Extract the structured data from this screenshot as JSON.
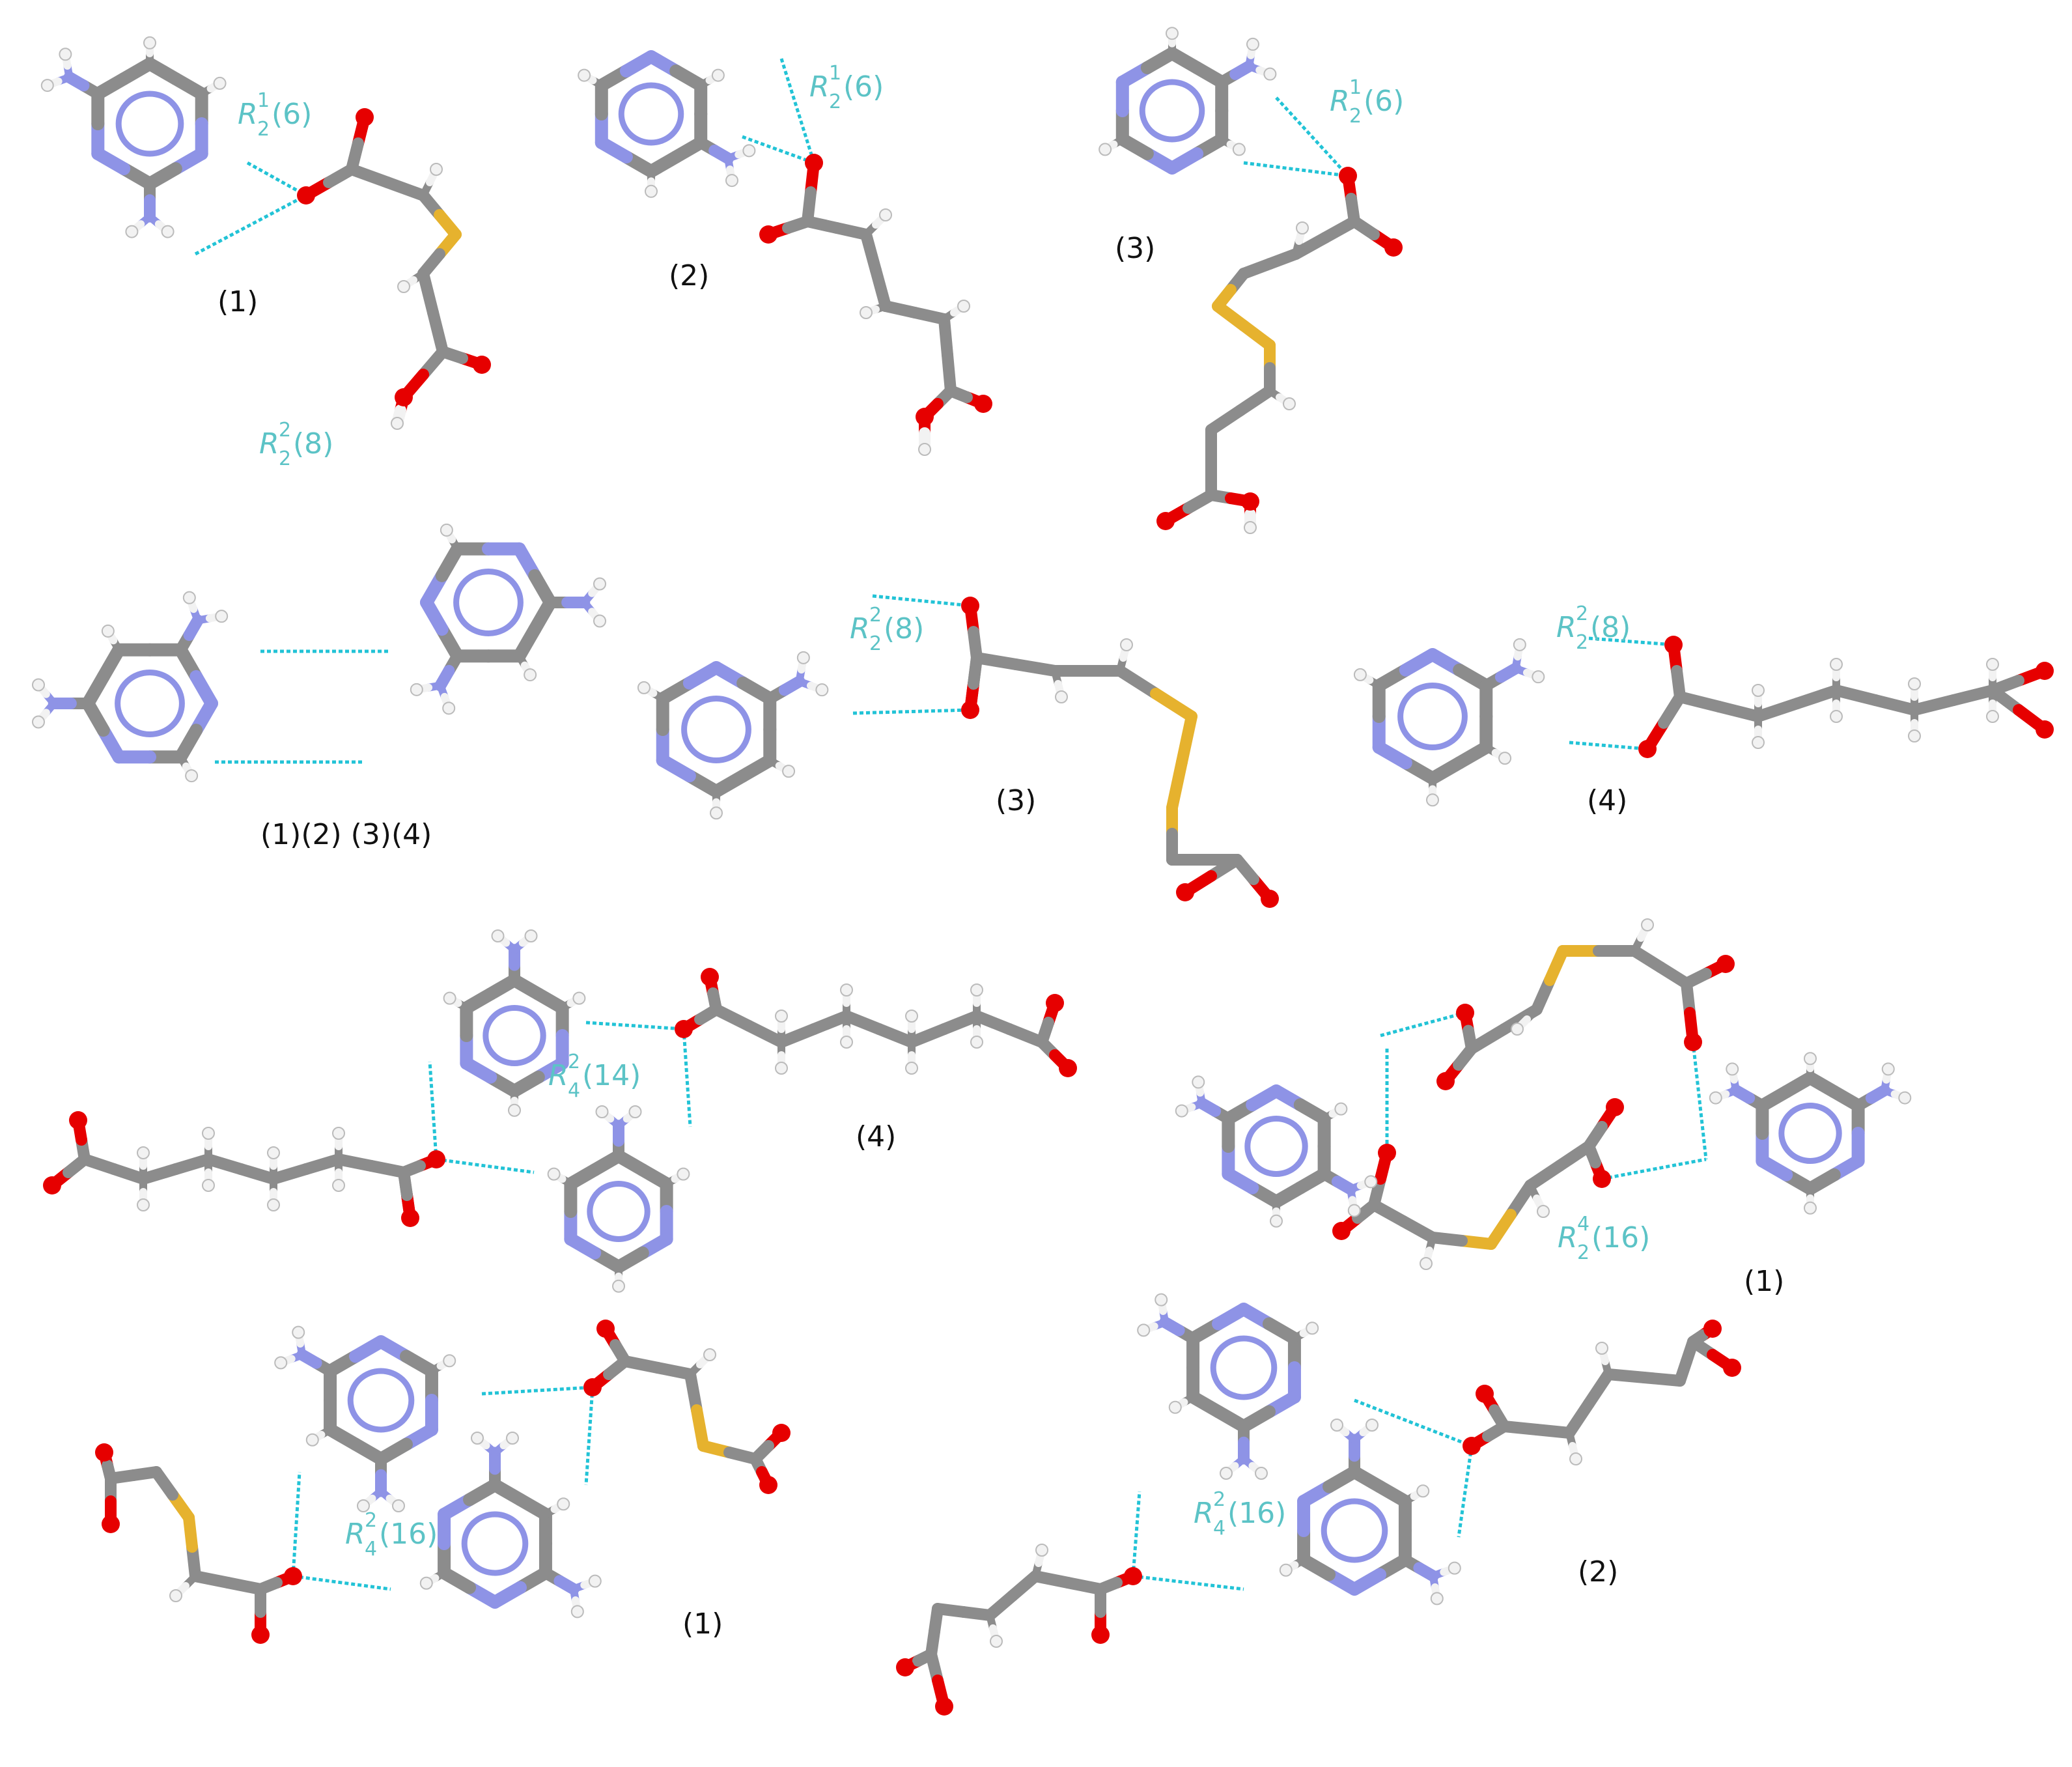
{
  "colors": {
    "carbon": "#8c8c8c",
    "carbon_dark": "#6e6e6e",
    "nitrogen": "#8e93e6",
    "oxygen": "#e60000",
    "sulfur": "#e6b22e",
    "hydrogen": "#f2f2f2",
    "hbond": "#22c3d6",
    "motif": "#5cc3c6",
    "label": "#111111"
  },
  "panels": [
    {
      "compound_label": "(1)",
      "motif": {
        "R": "R",
        "sup": "1",
        "sub": "2",
        "n": "(6)"
      }
    },
    {
      "compound_label": "(2)",
      "motif": {
        "R": "R",
        "sup": "1",
        "sub": "2",
        "n": "(6)"
      }
    },
    {
      "compound_label": "(3)",
      "motif": {
        "R": "R",
        "sup": "1",
        "sub": "2",
        "n": "(6)"
      }
    },
    {
      "compound_label": "(1)(2) (3)(4)",
      "motif": {
        "R": "R",
        "sup": "2",
        "sub": "2",
        "n": "(8)"
      }
    },
    {
      "compound_label": "(3)",
      "motif": {
        "R": "R",
        "sup": "2",
        "sub": "2",
        "n": "(8)"
      }
    },
    {
      "compound_label": "(4)",
      "motif": {
        "R": "R",
        "sup": "2",
        "sub": "2",
        "n": "(8)"
      }
    },
    {
      "compound_label": "(4)",
      "motif": {
        "R": "R",
        "sup": "2",
        "sub": "4",
        "n": "(14)"
      }
    },
    {
      "compound_label": "(1)",
      "motif": {
        "R": "R",
        "sup": "4",
        "sub": "2",
        "n": "(16)"
      }
    },
    {
      "compound_label": "(1)",
      "motif": {
        "R": "R",
        "sup": "2",
        "sub": "4",
        "n": "(16)"
      }
    },
    {
      "compound_label": "(2)",
      "motif": {
        "R": "R",
        "sup": "2",
        "sub": "4",
        "n": "(16)"
      }
    }
  ]
}
